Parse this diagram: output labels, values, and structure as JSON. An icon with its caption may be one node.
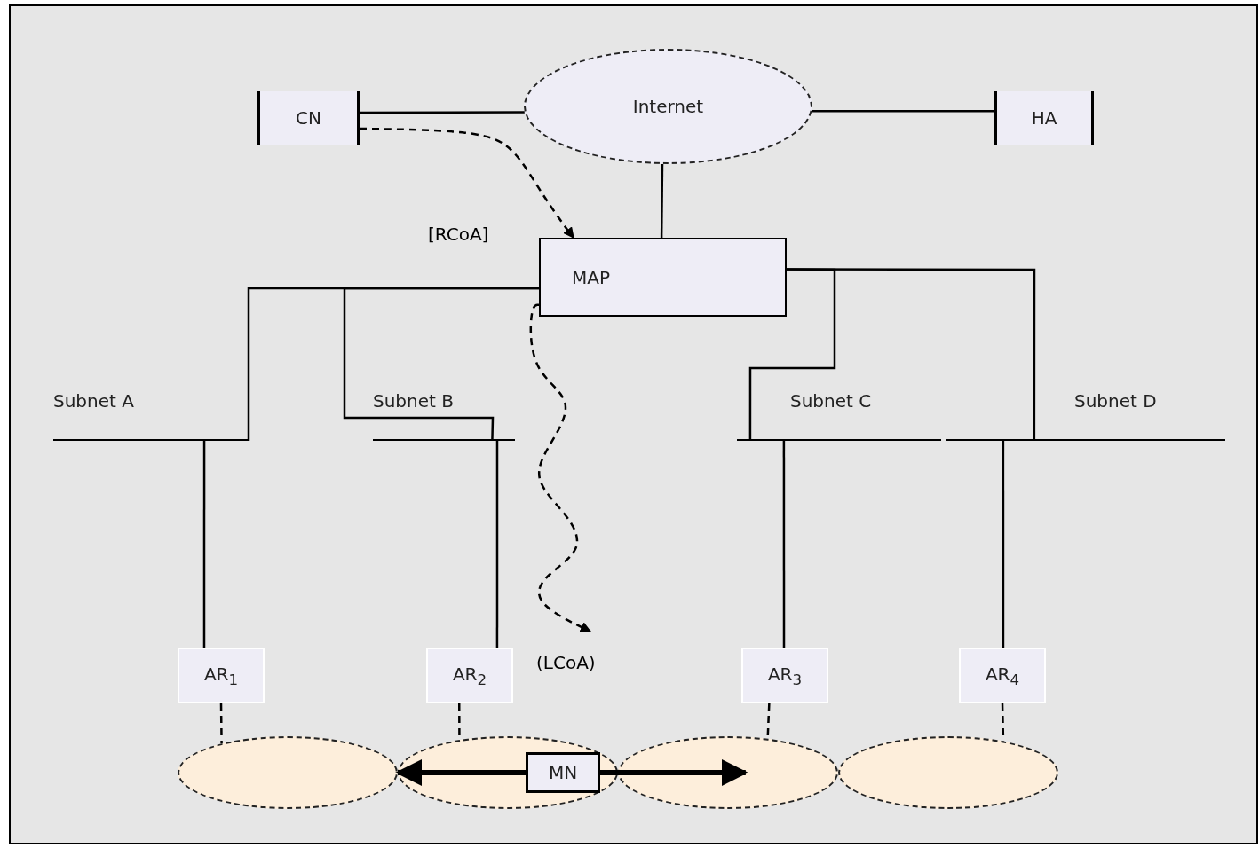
{
  "diagram": {
    "nodes": [
      {
        "text": [
          "Internet"
        ]
      },
      {
        "text": [
          "CN"
        ]
      },
      {
        "text": [
          "HA"
        ]
      },
      {
        "text": [
          "MAP"
        ]
      },
      {
        "text": [
          "Subnet A"
        ]
      },
      {
        "text": [
          "Subnet B"
        ]
      },
      {
        "text": [
          "Subnet C"
        ]
      },
      {
        "text": [
          "Subnet D"
        ]
      },
      {
        "text": [
          "AR$_{1}$"
        ]
      },
      {
        "text": [
          "AR$_{2}$"
        ]
      },
      {
        "text": [
          "AR$_{3}$"
        ]
      },
      {
        "text": [
          "AR$_{4}$"
        ]
      },
      {
        "text": [],
        "shape": "ellipse"
      },
      {
        "text": [],
        "shape": "ellipse"
      },
      {
        "text": [],
        "shape": "ellipse"
      },
      {
        "text": [],
        "shape": "ellipse"
      },
      {
        "text": [
          "MN"
        ],
        "in": 13
      }
    ],
    "edges": [
      {
        "from": 0,
        "to": 1,
        "arrow": "none"
      },
      {
        "from": 0,
        "to": 2,
        "arrow": "none"
      },
      {
        "from": 0,
        "to": 3,
        "arrow": "none"
      },
      {
        "from": 3,
        "to": 4,
        "arrow": "none"
      },
      {
        "from": 3,
        "to": 5,
        "arrow": "none"
      },
      {
        "from": 3,
        "to": 6,
        "arrow": "none"
      },
      {
        "from": 3,
        "to": 7,
        "arrow": "none"
      },
      {
        "from": 4,
        "to": 8,
        "arrow": "none"
      },
      {
        "from": 5,
        "to": 9,
        "arrow": "none"
      },
      {
        "from": 6,
        "to": 10,
        "arrow": "none"
      },
      {
        "from": 7,
        "to": 11,
        "arrow": "none"
      },
      {
        "from": 8,
        "to": 12,
        "arrow": "none",
        "style": "dashed"
      },
      {
        "from": 9,
        "to": 13,
        "arrow": "none",
        "style": "dashed"
      },
      {
        "from": 10,
        "to": 14,
        "arrow": "none",
        "style": "dashed"
      },
      {
        "from": 11,
        "to": 15,
        "arrow": "none",
        "style": "dashed"
      },
      {
        "from": 16,
        "to": 12,
        "arrow": "to",
        "style": "thick"
      },
      {
        "from": 16,
        "to": 14,
        "arrow": "to",
        "style": "thick"
      },
      {
        "from": 1,
        "to": 3,
        "arrow": "to",
        "style": "dashed",
        "label": "[RCoA]"
      },
      {
        "from": 3,
        "to": null,
        "arrow": "to",
        "style": "dashed",
        "label": "(LCoA)"
      }
    ]
  }
}
